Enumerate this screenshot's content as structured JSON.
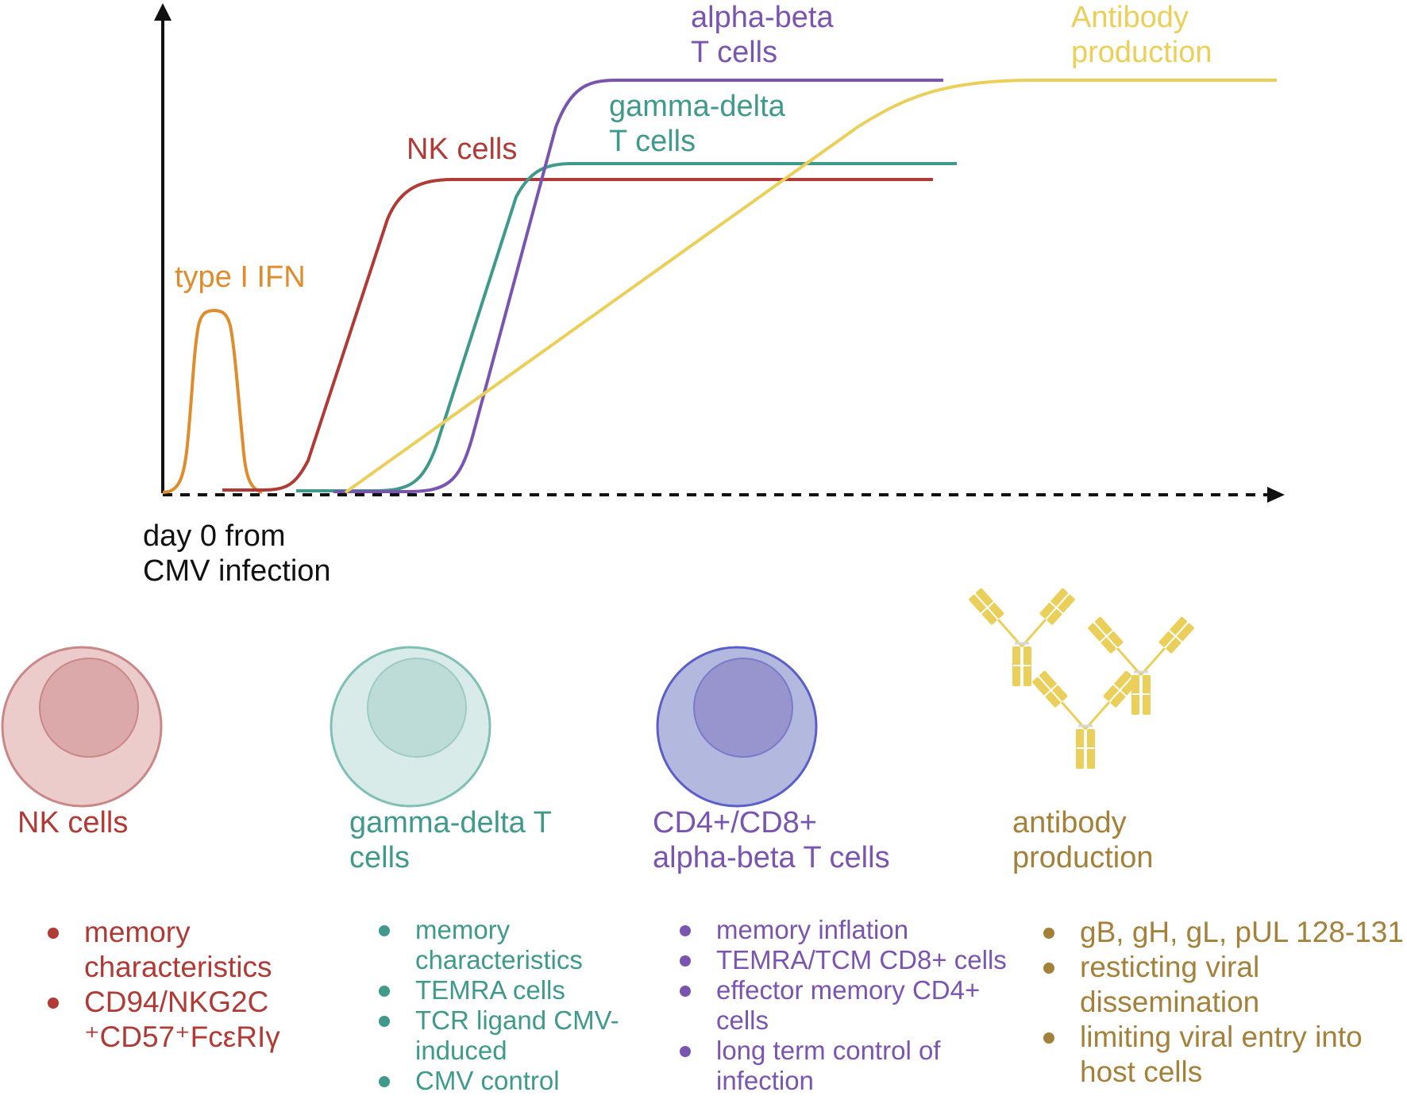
{
  "colors": {
    "ifn": "#df8c2c",
    "nk": "#b03a35",
    "gamma_delta": "#3f9a8b",
    "alpha_beta": "#7a55b0",
    "antibody_curve": "#ead05a",
    "antibody_text": "#a3813a",
    "axis": "#111111"
  },
  "timeline": {
    "origin_label": "day 0 from\nCMV infection",
    "curve_labels": {
      "ifn": "type I IFN",
      "nk": "NK cells",
      "gamma_delta": "gamma-delta\nT cells",
      "alpha_beta": "alpha-beta\nT cells",
      "antibody": "Antibody\nproduction"
    }
  },
  "panels": {
    "nk": {
      "title": "NK cells",
      "icon": "nk-cell-icon",
      "bullets": [
        "memory\ncharacteristics",
        "CD94/NKG2C\n⁺CD57⁺FcεRIγ"
      ]
    },
    "gamma_delta": {
      "title": "gamma-delta T\ncells",
      "icon": "gamma-delta-t-cell-icon",
      "bullets": [
        "memory\ncharacteristics",
        "TEMRA cells",
        "TCR ligand CMV-\ninduced",
        "CMV control"
      ]
    },
    "alpha_beta": {
      "title": "CD4+/CD8+\nalpha-beta T cells",
      "icon": "alpha-beta-t-cell-icon",
      "bullets": [
        "memory inflation",
        "TEMRA/TCM CD8+ cells",
        "effector memory CD4+\ncells",
        "long term control of\ninfection"
      ]
    },
    "antibody": {
      "title": "antibody\n production",
      "icon": "antibody-icon",
      "bullets": [
        "gB, gH, gL, pUL 128-131",
        "resticting viral\ndissemination",
        "limiting viral entry into\nhost cells"
      ]
    }
  }
}
